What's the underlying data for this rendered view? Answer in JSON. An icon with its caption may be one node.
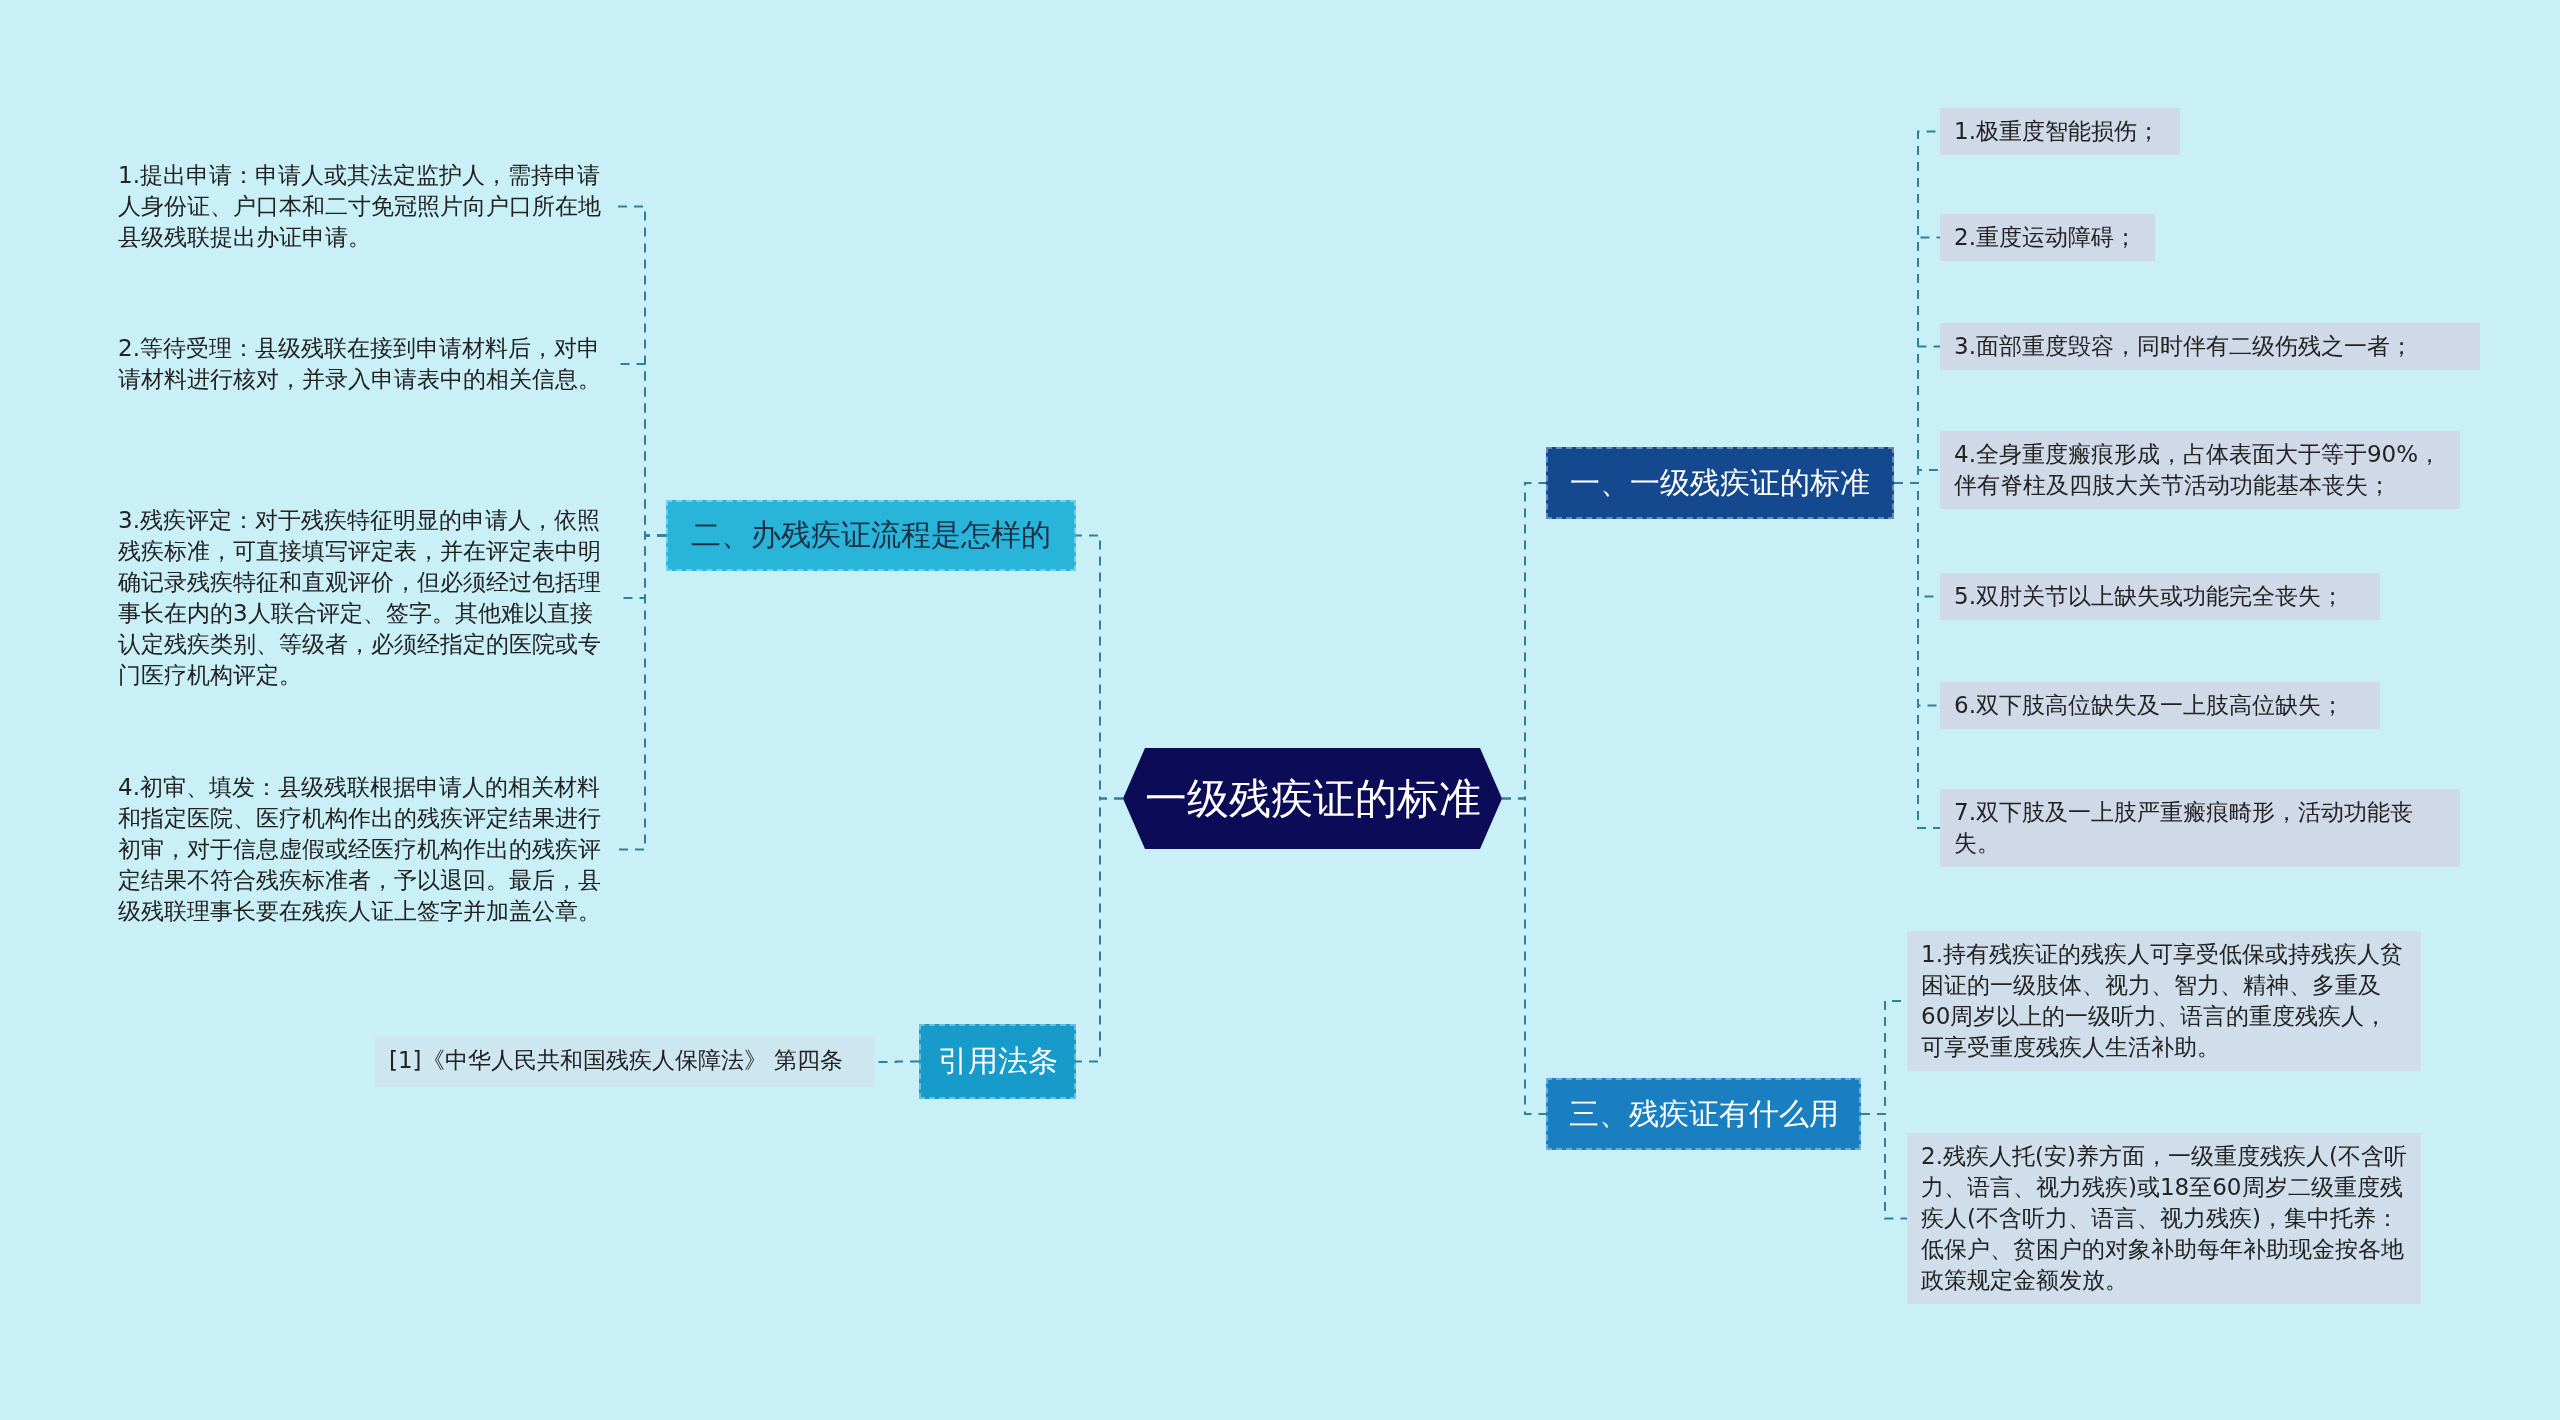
{
  "diagram": {
    "nodes": [
      {
        "text": [
          "一级残疾证的标准"
        ]
      },
      {
        "text": [
          "二、办残疾证流程是怎样的"
        ]
      },
      {
        "text": [
          "1.提出申请：申请人或其法定监护人，需持申请人身份证、户口本和二寸免冠照片向户口所在地县级残联提出办证申请。"
        ]
      },
      {
        "text": [
          "2.等待受理：县级残联在接到申请材料后，对申请材料进行核对，并录入申请表中的相关信息。"
        ]
      },
      {
        "text": [
          "3.残疾评定：对于残疾特征明显的申请人，依照残疾标准，可直接填写评定表，并在评定表中明确记录残疾特征和直观评价，但必须经过包括理事长在内的3人联合评定、签字。其他难以直接认定残疾类别、等级者，必须经指定的医院或专门医疗机构评定。"
        ]
      },
      {
        "text": [
          "4.初审、填发：县级残联根据申请人的相关材料和指定医院、医疗机构作出的残疾评定结果进行初审，对于信息虚假或经医疗机构作出的残疾评定结果不符合残疾标准者，予以退回。最后，县级残联理事长要在残疾人证上签字并加盖公章。"
        ]
      },
      {
        "text": [
          "引用法条"
        ]
      },
      {
        "text": [
          "[1]《中华人民共和国残疾人保障法》 第四条"
        ]
      },
      {
        "text": [
          "一、一级残疾证的标准"
        ]
      },
      {
        "text": [
          "1.极重度智能损伤；"
        ]
      },
      {
        "text": [
          "2.重度运动障碍；"
        ]
      },
      {
        "text": [
          "3.面部重度毁容，同时伴有二级伤残之一者；"
        ]
      },
      {
        "text": [
          "4.全身重度瘢痕形成，占体表面大于等于90%，伴有脊柱及四肢大关节活动功能基本丧失；"
        ]
      },
      {
        "text": [
          "5.双肘关节以上缺失或功能完全丧失；"
        ]
      },
      {
        "text": [
          "6.双下肢高位缺失及一上肢高位缺失；"
        ]
      },
      {
        "text": [
          "7.双下肢及一上肢严重瘢痕畸形，活动功能丧失。"
        ]
      },
      {
        "text": [
          "三、残疾证有什么用"
        ]
      },
      {
        "text": [
          "1.持有残疾证的残疾人可享受低保或持残疾人贫困证的一级肢体、视力、智力、精神、多重及60周岁以上的一级听力、语言的重度残疾人，可享受重度残疾人生活补助。"
        ]
      },
      {
        "text": [
          "2.残疾人托(安)养方面，一级重度残疾人(不含听力、语言、视力残疾)或18至60周岁二级重度残疾人(不含听力、语言、视力残疾)，集中托养：低保户、贫困户的对象补助每年补助现金按各地政策规定金额发放。"
        ]
      }
    ],
    "edges": [
      {
        "from": 0,
        "to": 1,
        "arrow": "none",
        "style": "dashed"
      },
      {
        "from": 0,
        "to": 6,
        "arrow": "none",
        "style": "dashed"
      },
      {
        "from": 0,
        "to": 8,
        "arrow": "none",
        "style": "dashed"
      },
      {
        "from": 0,
        "to": 16,
        "arrow": "none",
        "style": "dashed"
      },
      {
        "from": 1,
        "to": 2,
        "arrow": "none",
        "style": "dashed"
      },
      {
        "from": 1,
        "to": 3,
        "arrow": "none",
        "style": "dashed"
      },
      {
        "from": 1,
        "to": 4,
        "arrow": "none",
        "style": "dashed"
      },
      {
        "from": 1,
        "to": 5,
        "arrow": "none",
        "style": "dashed"
      },
      {
        "from": 6,
        "to": 7,
        "arrow": "none",
        "style": "dashed"
      },
      {
        "from": 8,
        "to": 9,
        "arrow": "none",
        "style": "dashed"
      },
      {
        "from": 8,
        "to": 10,
        "arrow": "none",
        "style": "dashed"
      },
      {
        "from": 8,
        "to": 11,
        "arrow": "none",
        "style": "dashed"
      },
      {
        "from": 8,
        "to": 12,
        "arrow": "none",
        "style": "dashed"
      },
      {
        "from": 8,
        "to": 13,
        "arrow": "none",
        "style": "dashed"
      },
      {
        "from": 8,
        "to": 14,
        "arrow": "none",
        "style": "dashed"
      },
      {
        "from": 8,
        "to": 15,
        "arrow": "none",
        "style": "dashed"
      },
      {
        "from": 16,
        "to": 17,
        "arrow": "none",
        "style": "dashed"
      },
      {
        "from": 16,
        "to": 18,
        "arrow": "none",
        "style": "dashed"
      }
    ]
  }
}
